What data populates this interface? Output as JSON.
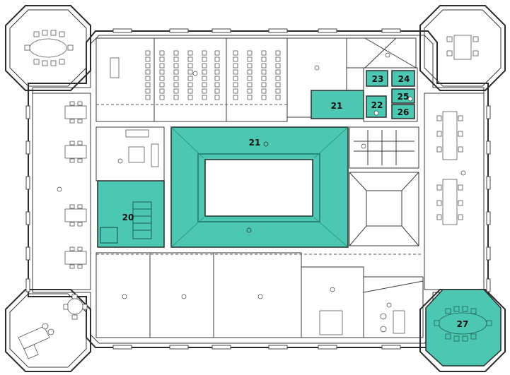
{
  "rooms": [
    {
      "id": "room-21-courtyard",
      "label": "21"
    },
    {
      "id": "room-21-office",
      "label": "21"
    },
    {
      "id": "room-20",
      "label": "20"
    },
    {
      "id": "room-22",
      "label": "22"
    },
    {
      "id": "room-23",
      "label": "23"
    },
    {
      "id": "room-24",
      "label": "24"
    },
    {
      "id": "room-25",
      "label": "25"
    },
    {
      "id": "room-26",
      "label": "26"
    },
    {
      "id": "room-27",
      "label": "27"
    }
  ],
  "colors": {
    "highlight": "#4cc7b1",
    "wall": "#2b2b2b",
    "background": "#ffffff"
  }
}
